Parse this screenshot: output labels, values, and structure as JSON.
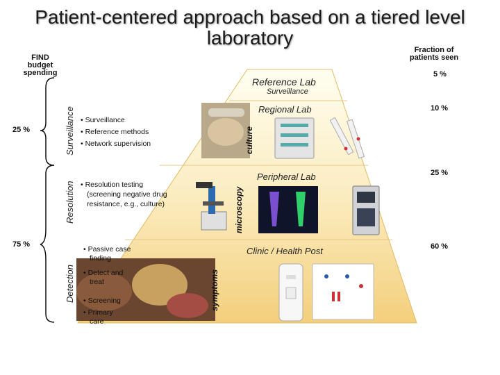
{
  "title_line1": "Patient-centered approach based on a tiered level",
  "title_line2": "laboratory",
  "left_header": [
    "FIND",
    "budget",
    "spending"
  ],
  "right_header": [
    "Fraction of",
    "patients seen"
  ],
  "left_pcts": {
    "upper": "25 %",
    "lower": "75 %"
  },
  "side_labels": {
    "surveillance": "Surveillance",
    "resolution": "Resolution",
    "detection": "Detection"
  },
  "col_labels": {
    "culture": "culture",
    "microscopy": "microscopy",
    "symptoms": "symptoms"
  },
  "tiers": {
    "reference": {
      "name": "Reference Lab",
      "sub": "Surveillance",
      "pct": "5 %"
    },
    "regional": {
      "name": "Regional Lab",
      "pct": "10 %"
    },
    "peripheral": {
      "name": "Peripheral Lab",
      "pct": "25 %"
    },
    "clinic": {
      "name": "Clinic / Health Post",
      "pct": "60 %"
    }
  },
  "bullets": {
    "surveillance": [
      "• Surveillance",
      "• Reference methods",
      "• Network supervision"
    ],
    "resolution": [
      "• Resolution testing",
      "(screening negative drug",
      "resistance, e.g., culture)"
    ],
    "detection": [
      "• Passive case",
      "finding",
      "• Detect and",
      "treat",
      "• Screening",
      "• Primary",
      "care"
    ]
  },
  "colors": {
    "pyramid_top": "#fffef0",
    "pyramid_bottom": "#f3cf7c",
    "outline": "#d9a94a"
  }
}
